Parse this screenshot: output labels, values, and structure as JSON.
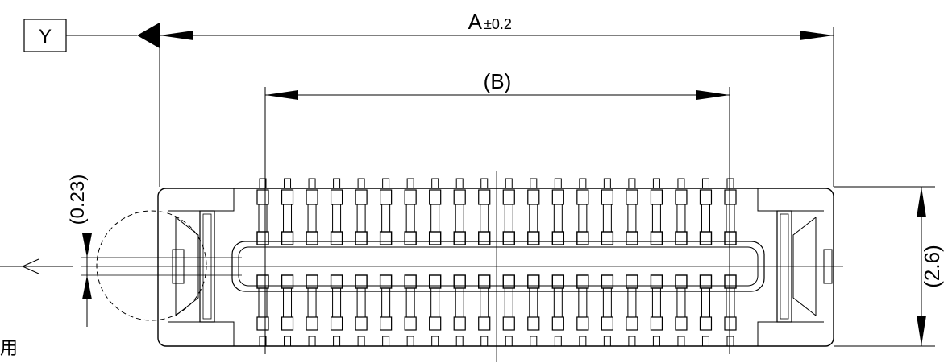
{
  "labels": {
    "datum_box": "Y",
    "dim_a_letter": "A",
    "dim_a_tol": "±0.2",
    "dim_b": "(B)",
    "dim_height": "(2.6)",
    "dim_offset": "(0.23)",
    "edge_note": "用"
  },
  "pin_count_per_row": 20
}
